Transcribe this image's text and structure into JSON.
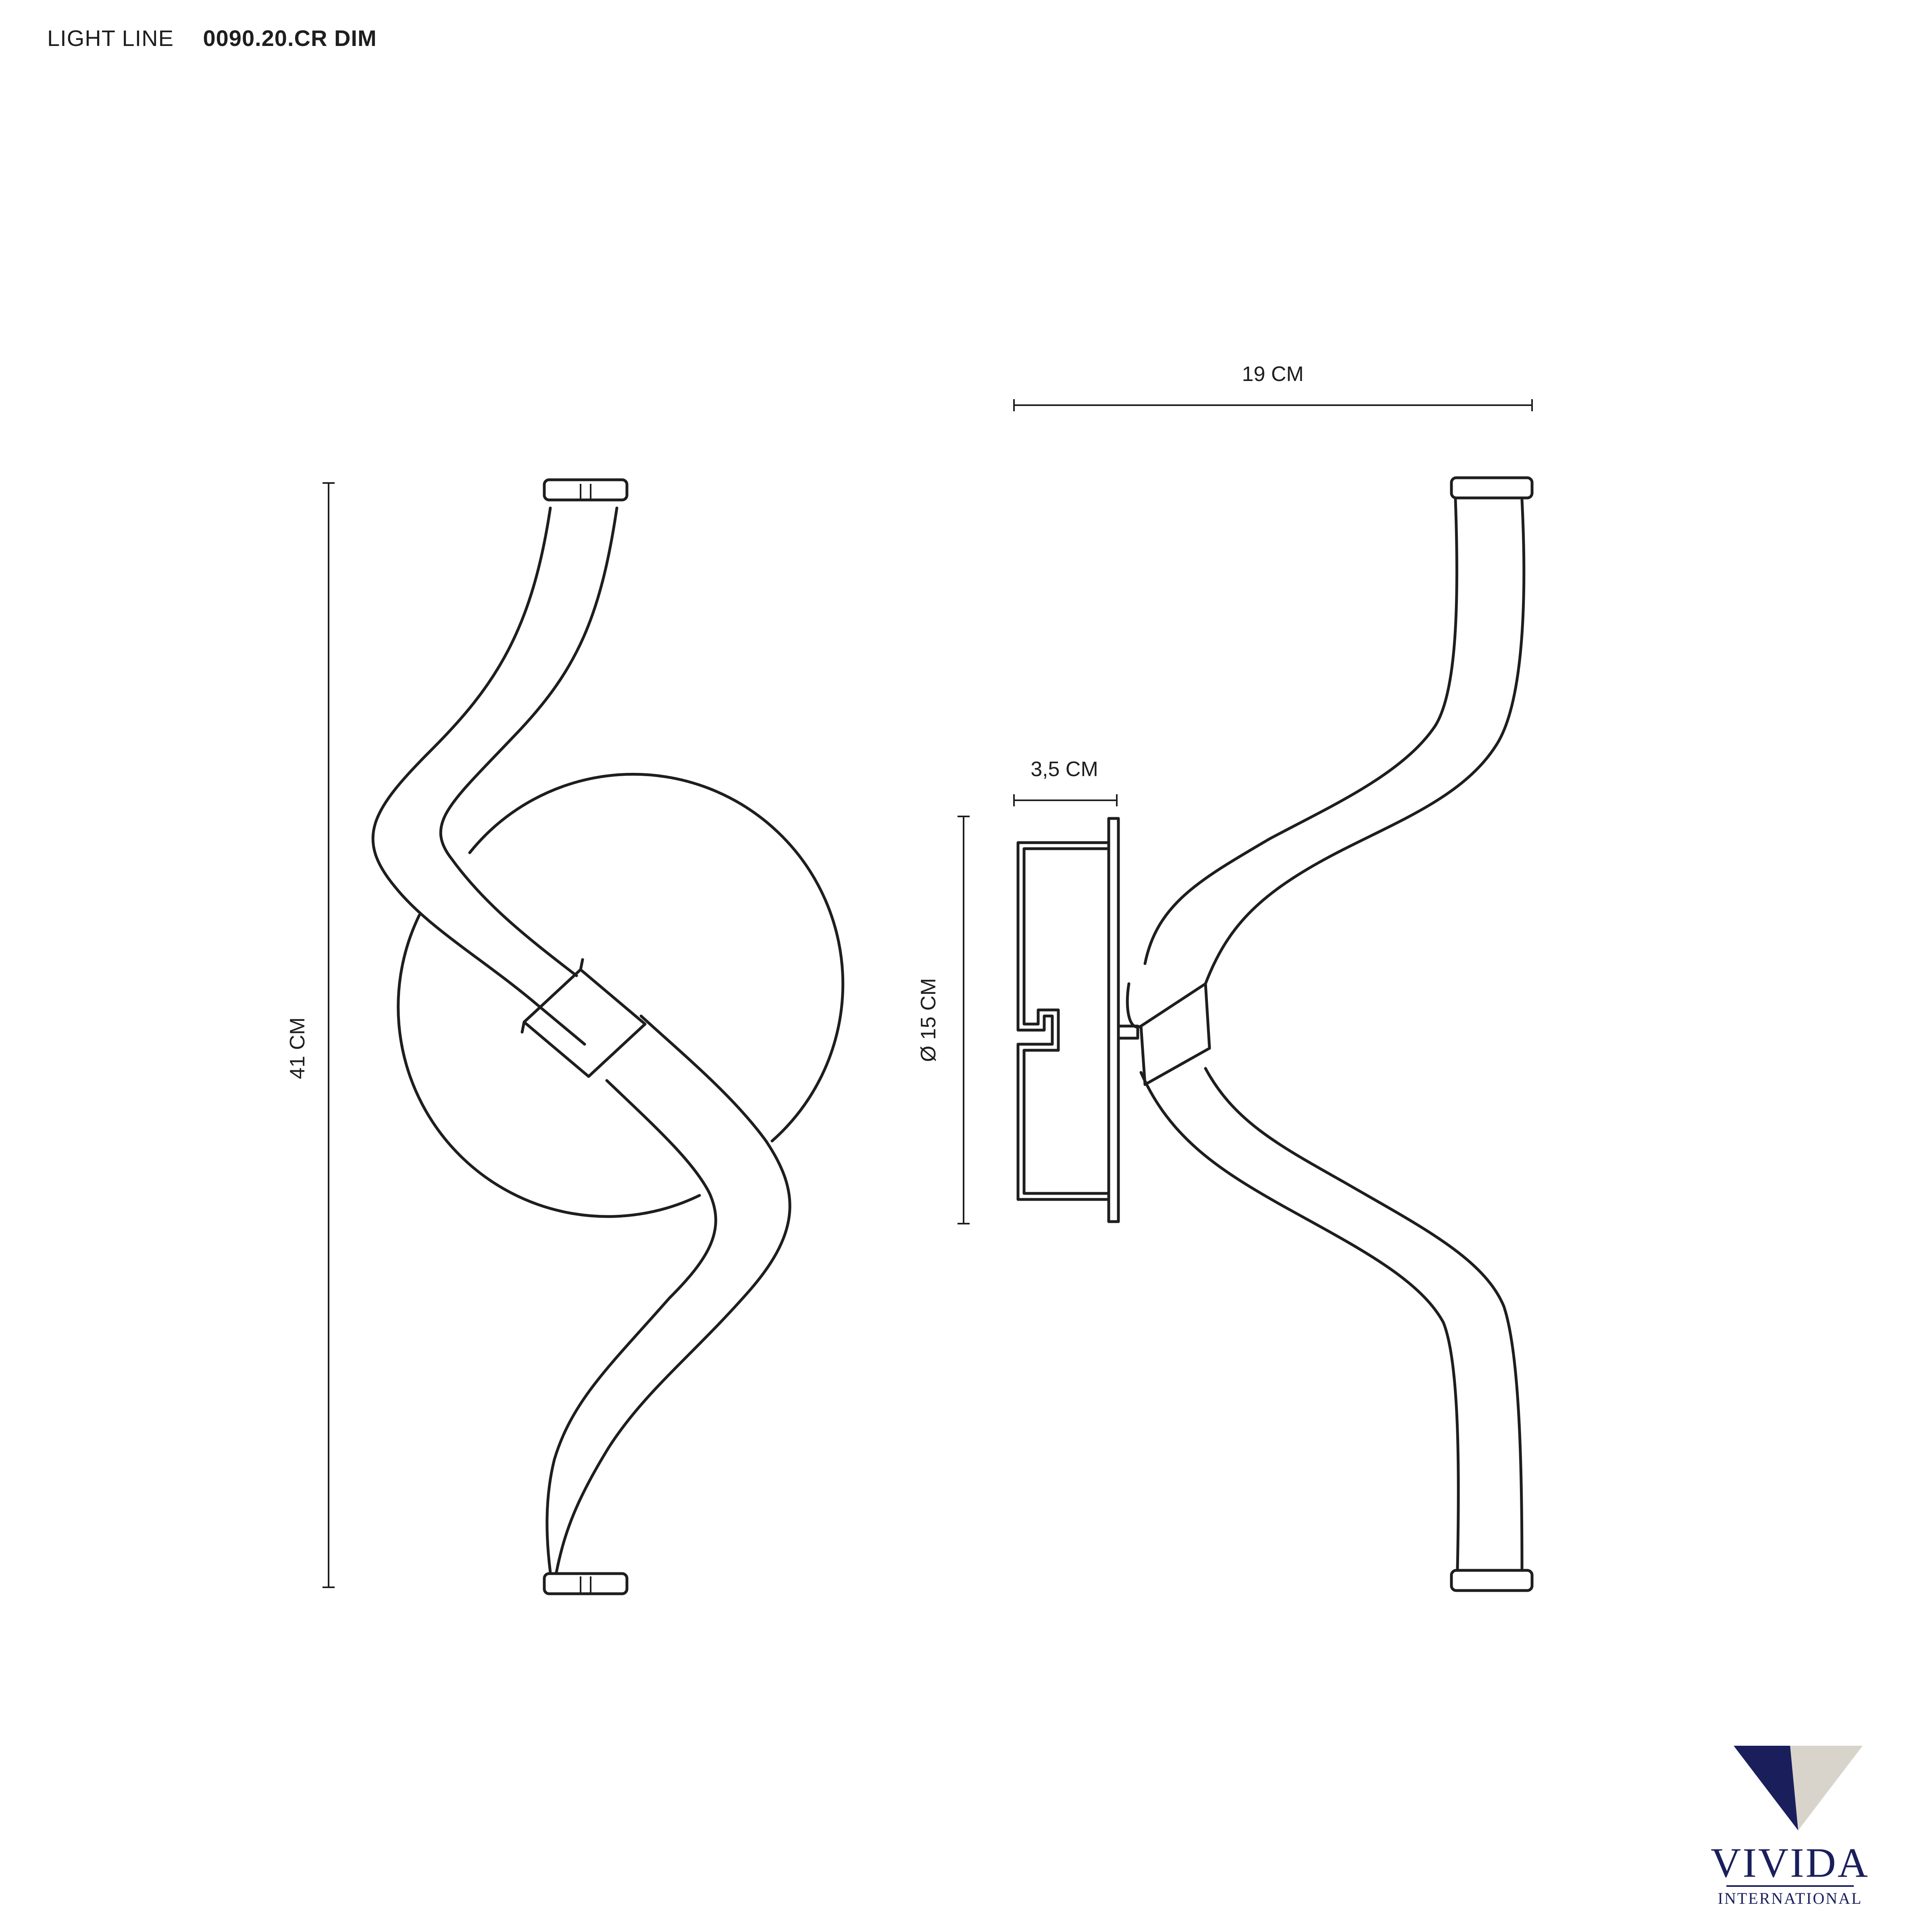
{
  "header": {
    "family": "LIGHT LINE",
    "code": "0090.20.CR DIM"
  },
  "dimensions": {
    "height": "41 CM",
    "width": "19 CM",
    "depth": "3,5 CM",
    "diameter": "Ø 15 CM"
  },
  "logo": {
    "name": "VIVIDA",
    "sub": "INTERNATIONAL",
    "colors": {
      "navy": "#1a1f5c",
      "beige": "#d9d4cb"
    }
  }
}
